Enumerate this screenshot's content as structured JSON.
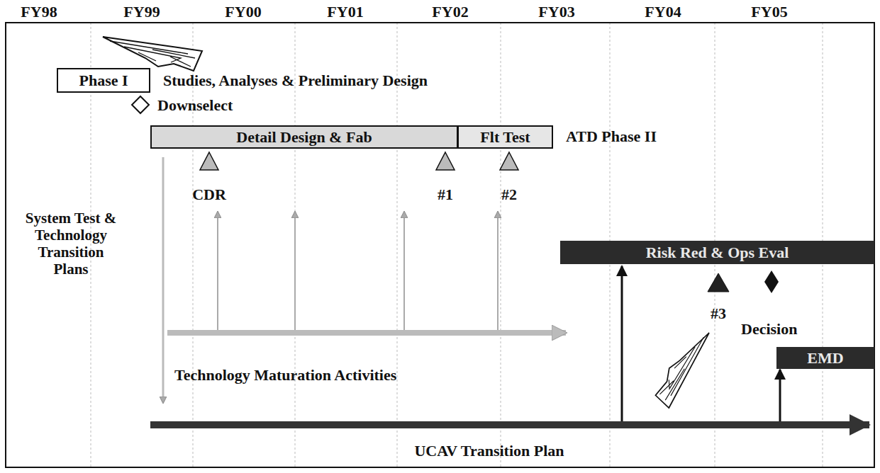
{
  "diagram": {
    "nodes": [
      {
        "text": [
          "Phase I"
        ]
      },
      {
        "text": [
          "Detail Design & Fab"
        ]
      },
      {
        "text": [
          "Flt Test"
        ]
      },
      {
        "text": [
          "Risk Red & Ops Eval"
        ]
      },
      {
        "text": [
          "EMD"
        ]
      }
    ],
    "labels": [
      "FY98",
      "FY99",
      "FY00",
      "FY01",
      "FY02",
      "FY03",
      "FY04",
      "FY05",
      "Studies, Analyses & Preliminary Design",
      "Downselect",
      "ATD Phase II",
      "CDR",
      "#1",
      "#2",
      "System Test & Technology Transition Plans",
      "#3",
      "Decision",
      "Technology Maturation Activities",
      "UCAV Transition Plan"
    ]
  }
}
